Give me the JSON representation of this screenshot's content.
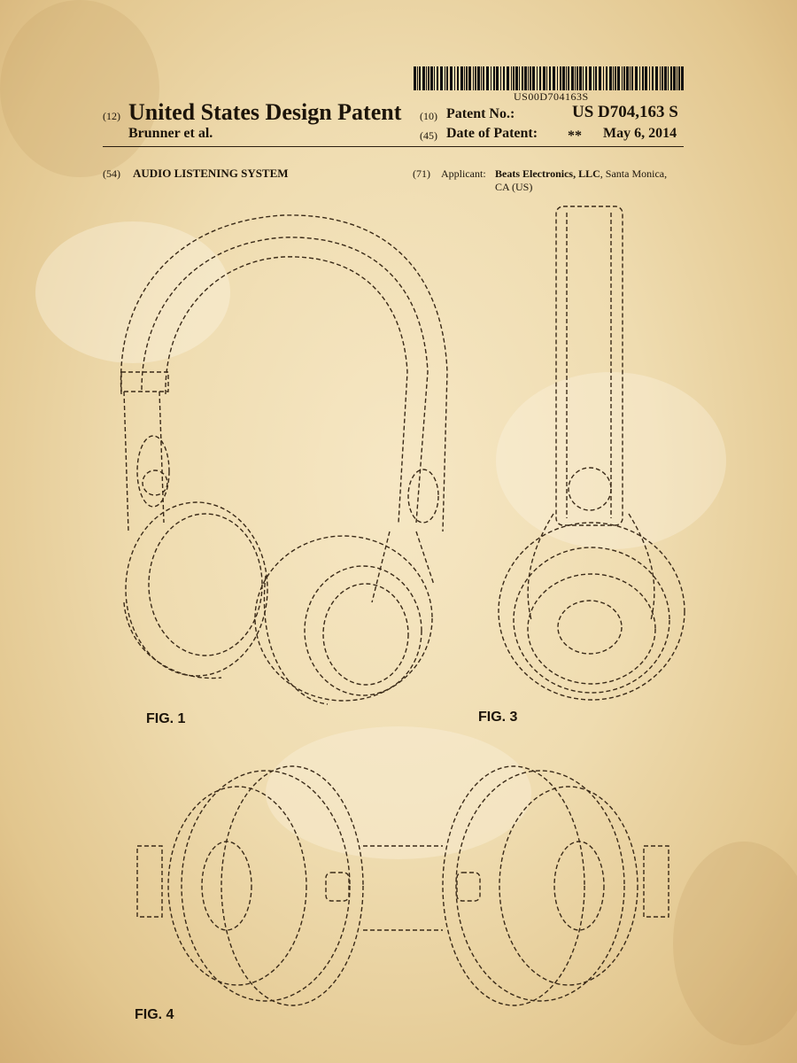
{
  "header": {
    "barcode_text": "US00D704163S",
    "code_12": "(12)",
    "document_type": "United States Design Patent",
    "inventors": "Brunner et al.",
    "code_10": "(10)",
    "patent_no_label": "Patent No.:",
    "patent_no": "US D704,163 S",
    "code_45": "(45)",
    "date_label": "Date of Patent:",
    "date_mark": "**",
    "date": "May 6, 2014"
  },
  "biblio": {
    "code_54": "(54)",
    "title": "AUDIO LISTENING SYSTEM",
    "code_71": "(71)",
    "applicant_label": "Applicant:",
    "applicant_name": "Beats Electronics, LLC",
    "applicant_city": ", Santa Monica,",
    "applicant_region": "CA (US)"
  },
  "figures": {
    "fig1": "FIG. 1",
    "fig3": "FIG. 3",
    "fig4": "FIG. 4"
  }
}
